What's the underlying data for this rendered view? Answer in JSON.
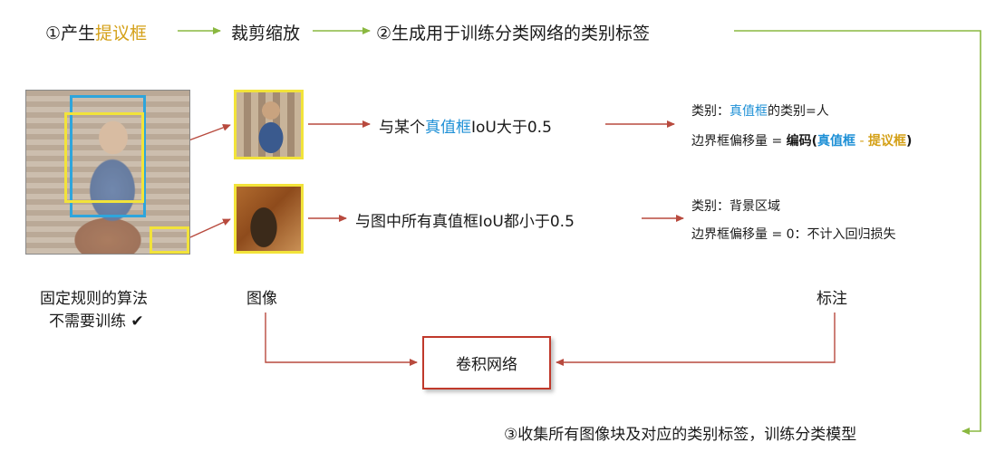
{
  "top": {
    "step1_prefix": "①产生",
    "step1_highlight": "提议框",
    "crop_label": "裁剪缩放",
    "step2": "②生成用于训练分类网络的类别标签"
  },
  "row1": {
    "cond_prefix": "与某个",
    "cond_highlight": "真值框",
    "cond_suffix": "IoU大于0.5",
    "class_prefix": "类别：",
    "class_highlight": "真值框",
    "class_suffix": "的类别=人",
    "offset_prefix": "边界框偏移量 = ",
    "offset_func": "编码(",
    "offset_gt": "真值框",
    "offset_minus": " - ",
    "offset_prop": "提议框",
    "offset_close": ")"
  },
  "row2": {
    "cond": "与图中所有真值框IoU都小于0.5",
    "class_line": "类别：背景区域",
    "offset_line": "边界框偏移量 = 0：不计入回归损失"
  },
  "labels": {
    "fixed_rule_line1": "固定规则的算法",
    "fixed_rule_line2": "不需要训练",
    "check_mark": "✔",
    "image": "图像",
    "annotation": "标注",
    "cnn": "卷积网络",
    "step3": "③收集所有图像块及对应的类别标签，训练分类模型"
  },
  "colors": {
    "green_arrow": "#8ab840",
    "red_arrow": "#b84a3e",
    "gold": "#d4a017",
    "blue": "#1e90d6",
    "proposal_blue": "#2ea5dc",
    "proposal_yellow": "#f2e33a"
  }
}
